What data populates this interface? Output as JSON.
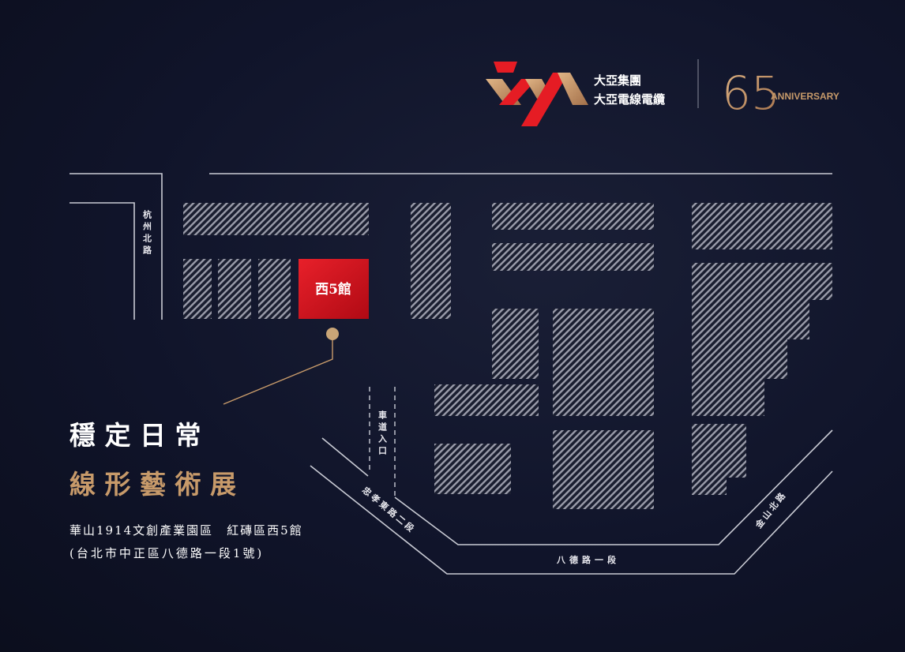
{
  "header": {
    "logo_group": "大亞集團",
    "logo_company": "大亞電線電纜",
    "anniversary_number": "65",
    "anniversary_label": "ANNIVERSARY"
  },
  "map": {
    "venue_label": "西5館",
    "roads": {
      "hangzhou_n": "杭州北路",
      "driveway": "車道入口",
      "zhongxiao_e": "忠孝東路二段",
      "bade": "八德路一段",
      "jinshan_n": "金山北路"
    }
  },
  "event": {
    "title": "穩 定 日 常",
    "subtitle": "線 形 藝 術 展",
    "address_line1": "華山1914文創產業園區　紅磚區西5館",
    "address_line2": "(台北市中正區八德路一段1號)"
  },
  "colors": {
    "accent_red": "#d4101c",
    "gold": "#c79a6a",
    "background": "#10142a"
  }
}
